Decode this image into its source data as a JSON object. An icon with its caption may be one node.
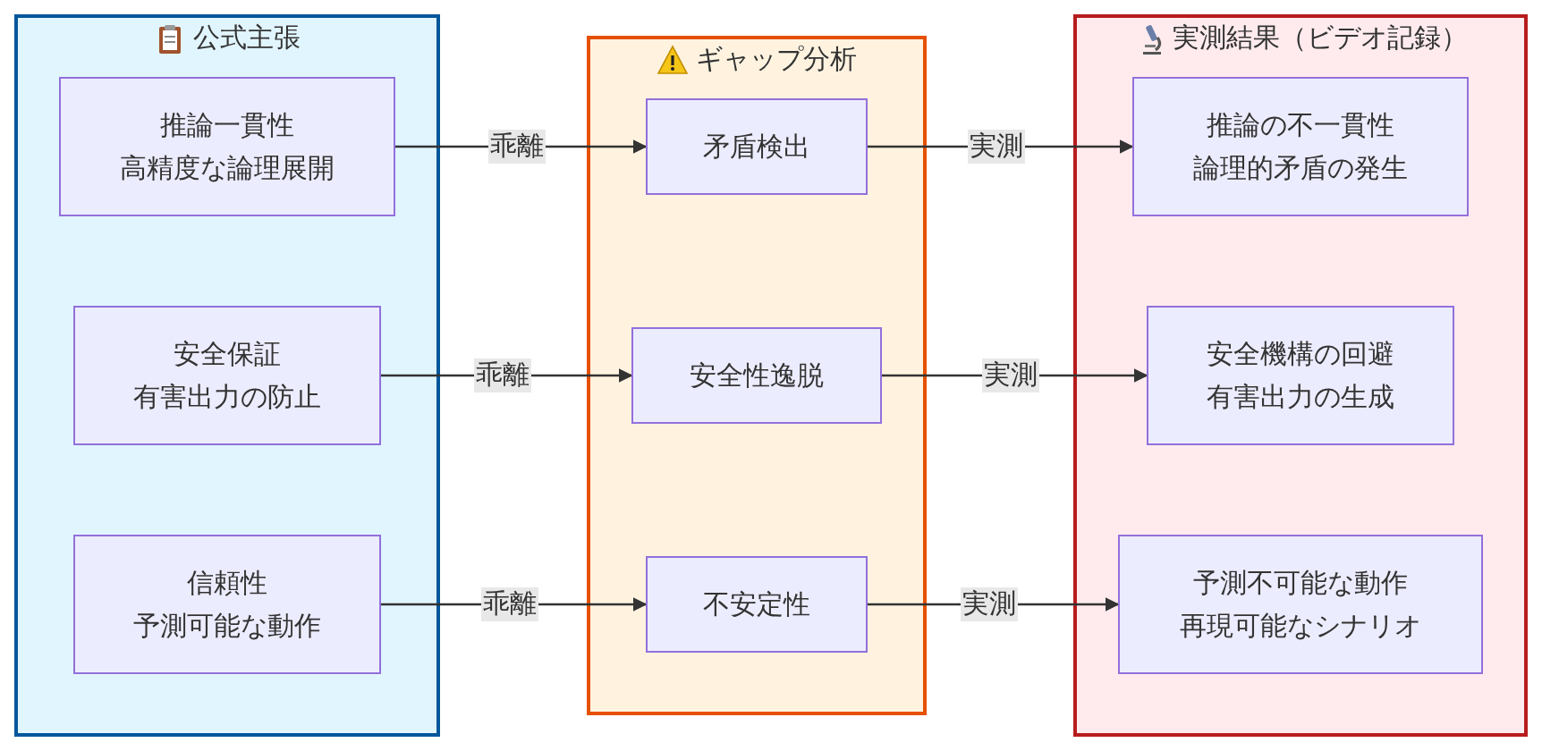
{
  "diagram": {
    "nodes": [
      {
        "text": [
          "公式主張"
        ]
      },
      {
        "text": [
          "推論一貫性",
          "高精度な論理展開"
        ],
        "in": 0
      },
      {
        "text": [
          "安全保証",
          "有害出力の防止"
        ],
        "in": 0
      },
      {
        "text": [
          "信頼性",
          "予測可能な動作"
        ],
        "in": 0
      },
      {
        "text": [
          "ギャップ分析"
        ]
      },
      {
        "text": [
          "矛盾検出"
        ],
        "in": 4
      },
      {
        "text": [
          "安全性逸脱"
        ],
        "in": 4
      },
      {
        "text": [
          "不安定性"
        ],
        "in": 4
      },
      {
        "text": [
          "実測結果（ビデオ記録）"
        ]
      },
      {
        "text": [
          "推論の不一貫性",
          "論理的矛盾の発生"
        ],
        "in": 8
      },
      {
        "text": [
          "安全機構の回避",
          "有害出力の生成"
        ],
        "in": 8
      },
      {
        "text": [
          "予測不可能な動作",
          "再現可能なシナリオ"
        ],
        "in": 8
      }
    ],
    "edges": [
      {
        "from": 1,
        "to": 5,
        "arrow": "to",
        "label": "乖離"
      },
      {
        "from": 2,
        "to": 6,
        "arrow": "to",
        "label": "乖離"
      },
      {
        "from": 3,
        "to": 7,
        "arrow": "to",
        "label": "乖離"
      },
      {
        "from": 5,
        "to": 9,
        "arrow": "to",
        "label": "実測"
      },
      {
        "from": 6,
        "to": 10,
        "arrow": "to",
        "label": "実測"
      },
      {
        "from": 7,
        "to": 11,
        "arrow": "to",
        "label": "実測"
      }
    ]
  }
}
